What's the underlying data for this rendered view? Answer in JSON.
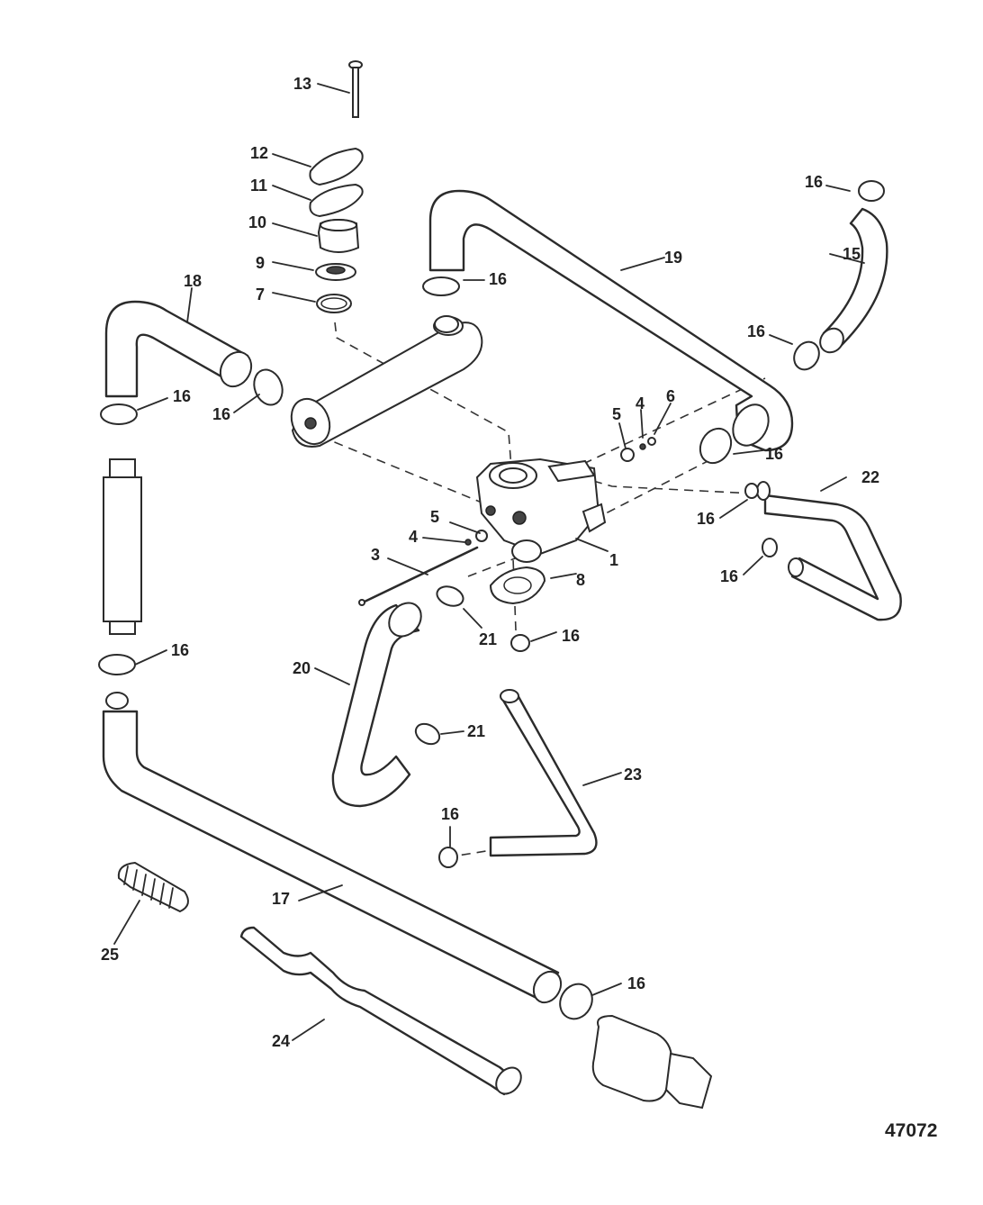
{
  "figure_number": "47072",
  "callouts": [
    "1",
    "3",
    "4",
    "4",
    "5",
    "5",
    "6",
    "7",
    "8",
    "9",
    "10",
    "11",
    "12",
    "13",
    "15",
    "16",
    "16",
    "16",
    "16",
    "16",
    "16",
    "16",
    "16",
    "16",
    "16",
    "16",
    "16",
    "17",
    "18",
    "19",
    "20",
    "21",
    "21",
    "22",
    "23",
    "24",
    "25"
  ]
}
